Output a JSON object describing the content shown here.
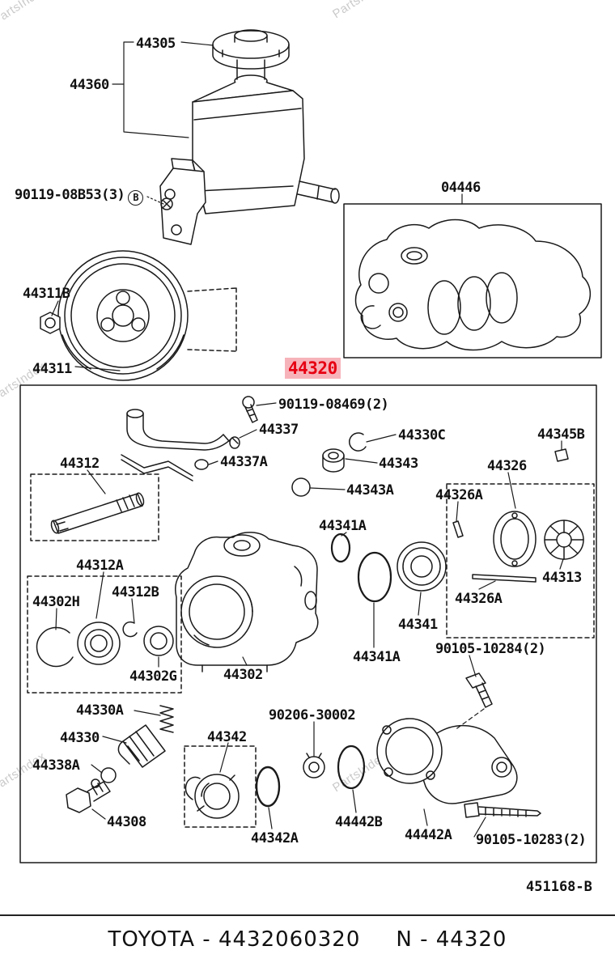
{
  "watermark": "PartsIndex",
  "colors": {
    "highlight_text": "#e60012",
    "highlight_bg": "#f7b3ba",
    "watermark": "#bdbdbd",
    "footer_text": "#111111"
  },
  "callout_b": "B",
  "labels": [
    {
      "text": "44305"
    },
    {
      "text": "44360"
    },
    {
      "text": "90119-08B53(3)"
    },
    {
      "text": "44311B"
    },
    {
      "text": "44311"
    },
    {
      "text": "04446"
    },
    {
      "text": "44320"
    },
    {
      "text": "90119-08469(2)"
    },
    {
      "text": "44337"
    },
    {
      "text": "44330C"
    },
    {
      "text": "44337A"
    },
    {
      "text": "44343"
    },
    {
      "text": "44312"
    },
    {
      "text": "44343A"
    },
    {
      "text": "44326"
    },
    {
      "text": "44345B"
    },
    {
      "text": "44326A"
    },
    {
      "text": "44341A"
    },
    {
      "text": "44312A"
    },
    {
      "text": "44312B"
    },
    {
      "text": "44302H"
    },
    {
      "text": "44313"
    },
    {
      "text": "44326A"
    },
    {
      "text": "44341"
    },
    {
      "text": "44302G"
    },
    {
      "text": "44302"
    },
    {
      "text": "44341A"
    },
    {
      "text": "90105-10284(2)"
    },
    {
      "text": "44330A"
    },
    {
      "text": "44330"
    },
    {
      "text": "90206-30002"
    },
    {
      "text": "44342"
    },
    {
      "text": "44338A"
    },
    {
      "text": "44308"
    },
    {
      "text": "44342A"
    },
    {
      "text": "44442B"
    },
    {
      "text": "44442A"
    },
    {
      "text": "90105-10283(2)"
    }
  ],
  "drawing_number": "451168-B",
  "footer": {
    "brand_part": "TOYOTA - 4432060320",
    "catalog_number": "N - 44320"
  }
}
